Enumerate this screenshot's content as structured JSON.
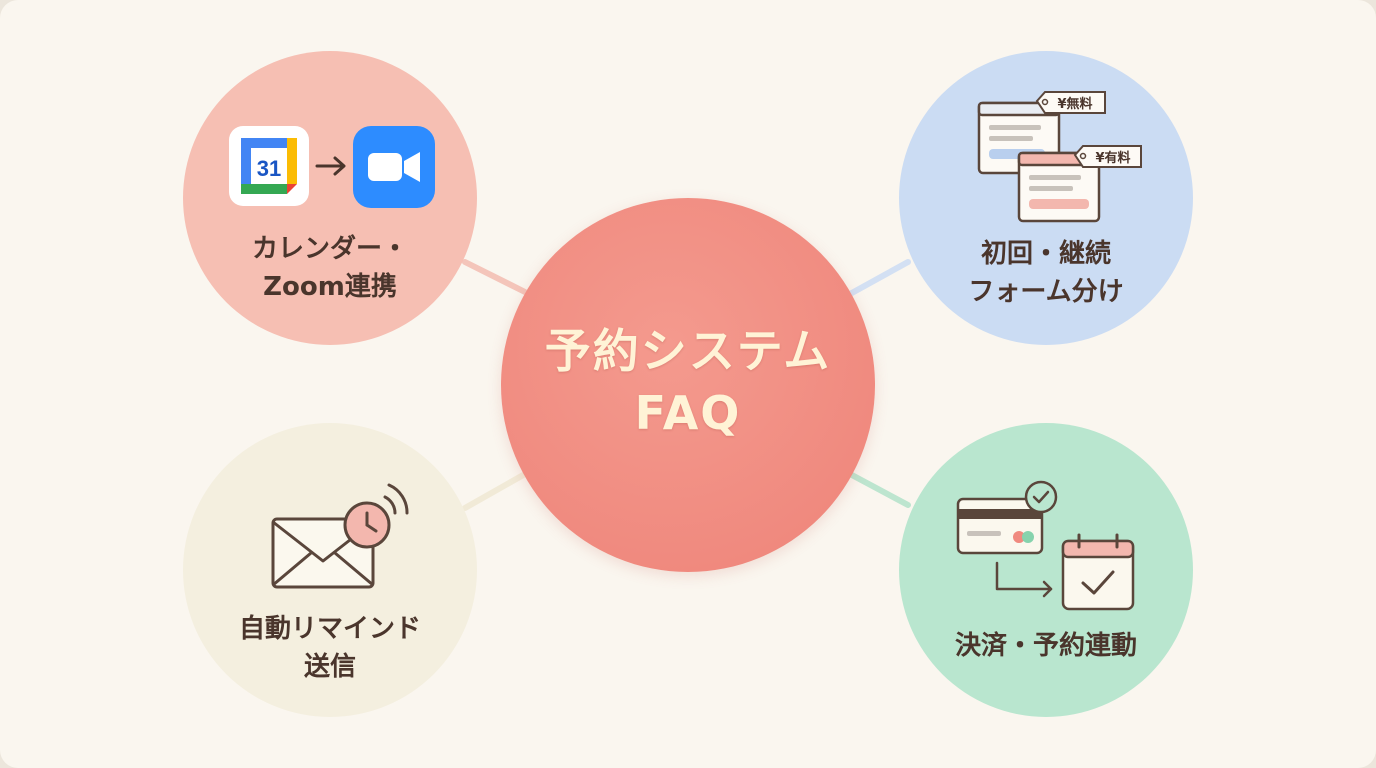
{
  "center": {
    "title_line1": "予約システム",
    "title_line2": "FAQ"
  },
  "nodes": [
    {
      "id": "calendar-zoom",
      "line1": "カレンダー・",
      "line2": "Zoom連携",
      "color": "#f6bfb3",
      "icons": [
        "google-calendar-icon",
        "arrow-right-icon",
        "zoom-video-icon"
      ],
      "calendar_day": "31"
    },
    {
      "id": "form-split",
      "line1": "初回・継続",
      "line2": "フォーム分け",
      "color": "#cbdcf3",
      "icons": [
        "form-window-icon",
        "price-tag-icon"
      ],
      "tags": [
        "¥無料",
        "¥有料"
      ]
    },
    {
      "id": "reminder",
      "line1": "自動リマインド",
      "line2": "送信",
      "color": "#f4efdf",
      "icons": [
        "envelope-icon",
        "clock-icon"
      ]
    },
    {
      "id": "payment",
      "line1": "決済・予約連動",
      "line2": "",
      "color": "#b9e6cf",
      "icons": [
        "credit-card-icon",
        "check-badge-icon",
        "calendar-check-icon"
      ]
    }
  ],
  "colors": {
    "center": "#f08a7f",
    "text": "#4a352c",
    "center_text": "#fff3d6"
  }
}
